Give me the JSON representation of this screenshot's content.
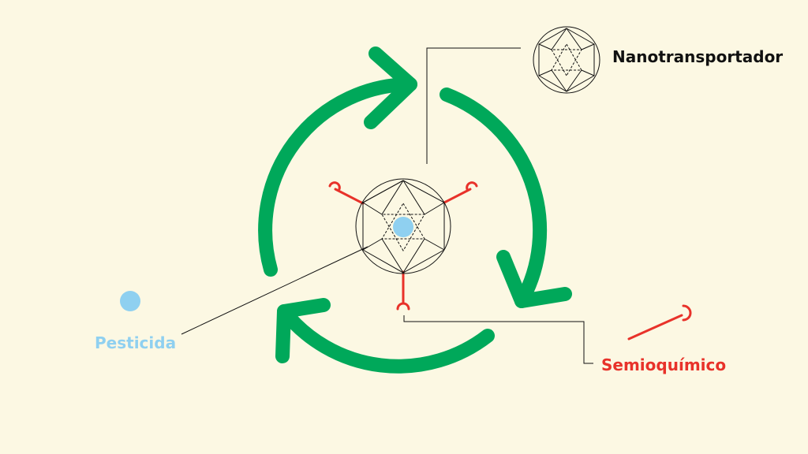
{
  "labels": {
    "nanocarrier": "Nanotransportador",
    "pesticide": "Pesticida",
    "semiochemical": "Semioquímico"
  },
  "colors": {
    "background": "#fcf8e3",
    "cycle_arrows": "#00a85a",
    "pesticide": "#8fd0f0",
    "semiochemical": "#e8322a",
    "lines": "#111111"
  },
  "icons": {
    "cycle": "three-arrow-cycle-icon",
    "nanocarrier": "icosahedron-sphere-icon",
    "pesticide": "blue-dot-icon",
    "semiochemical": "red-stick-hook-icon"
  }
}
